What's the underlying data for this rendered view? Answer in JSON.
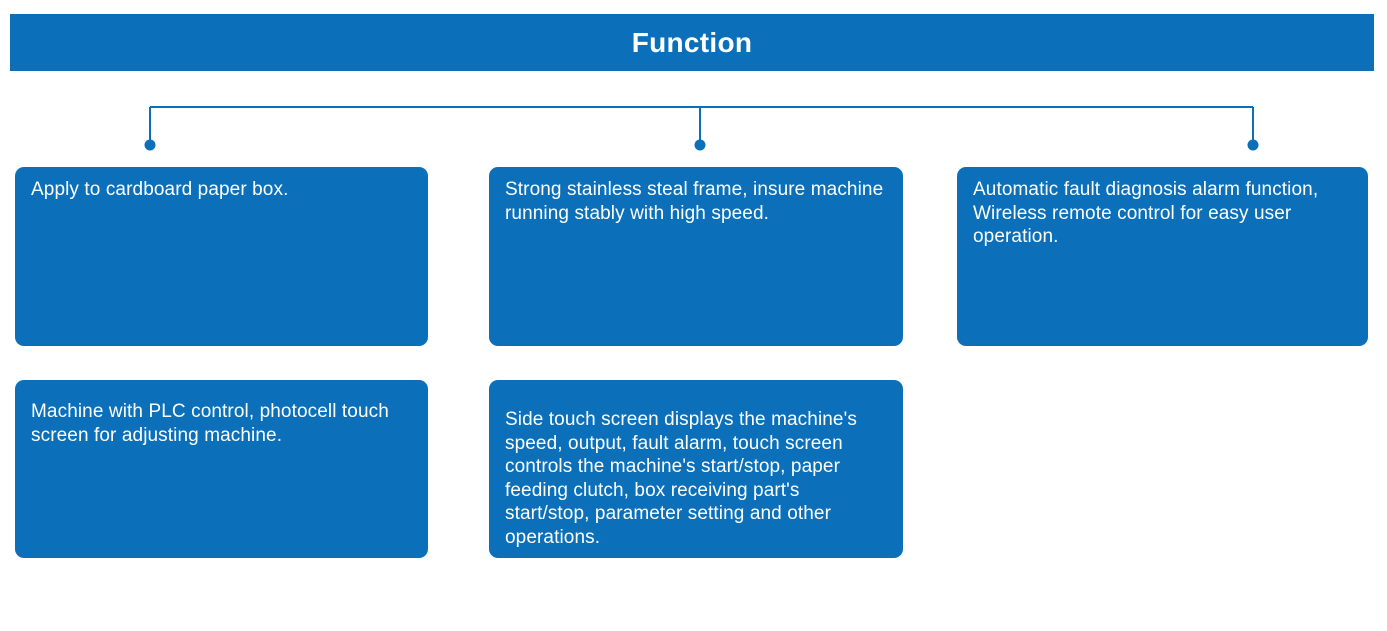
{
  "colors": {
    "accent_blue": "#0b70b9",
    "text_on_blue": "#ffffff",
    "page_background": "#ffffff"
  },
  "header": {
    "title": "Function"
  },
  "boxes": [
    {
      "text": "Apply to cardboard paper box."
    },
    {
      "text": "Strong stainless steal frame, insure machine running stably with high speed."
    },
    {
      "text": "Automatic fault diagnosis alarm function, Wireless remote control for easy user operation."
    },
    {
      "text": "Machine with PLC control, photocell touch screen for adjusting machine."
    },
    {
      "text": "Side touch screen displays the machine's speed, output, fault alarm, touch screen controls the machine's start/stop, paper feeding clutch, box receiving part's start/stop, parameter setting and other operations."
    }
  ]
}
